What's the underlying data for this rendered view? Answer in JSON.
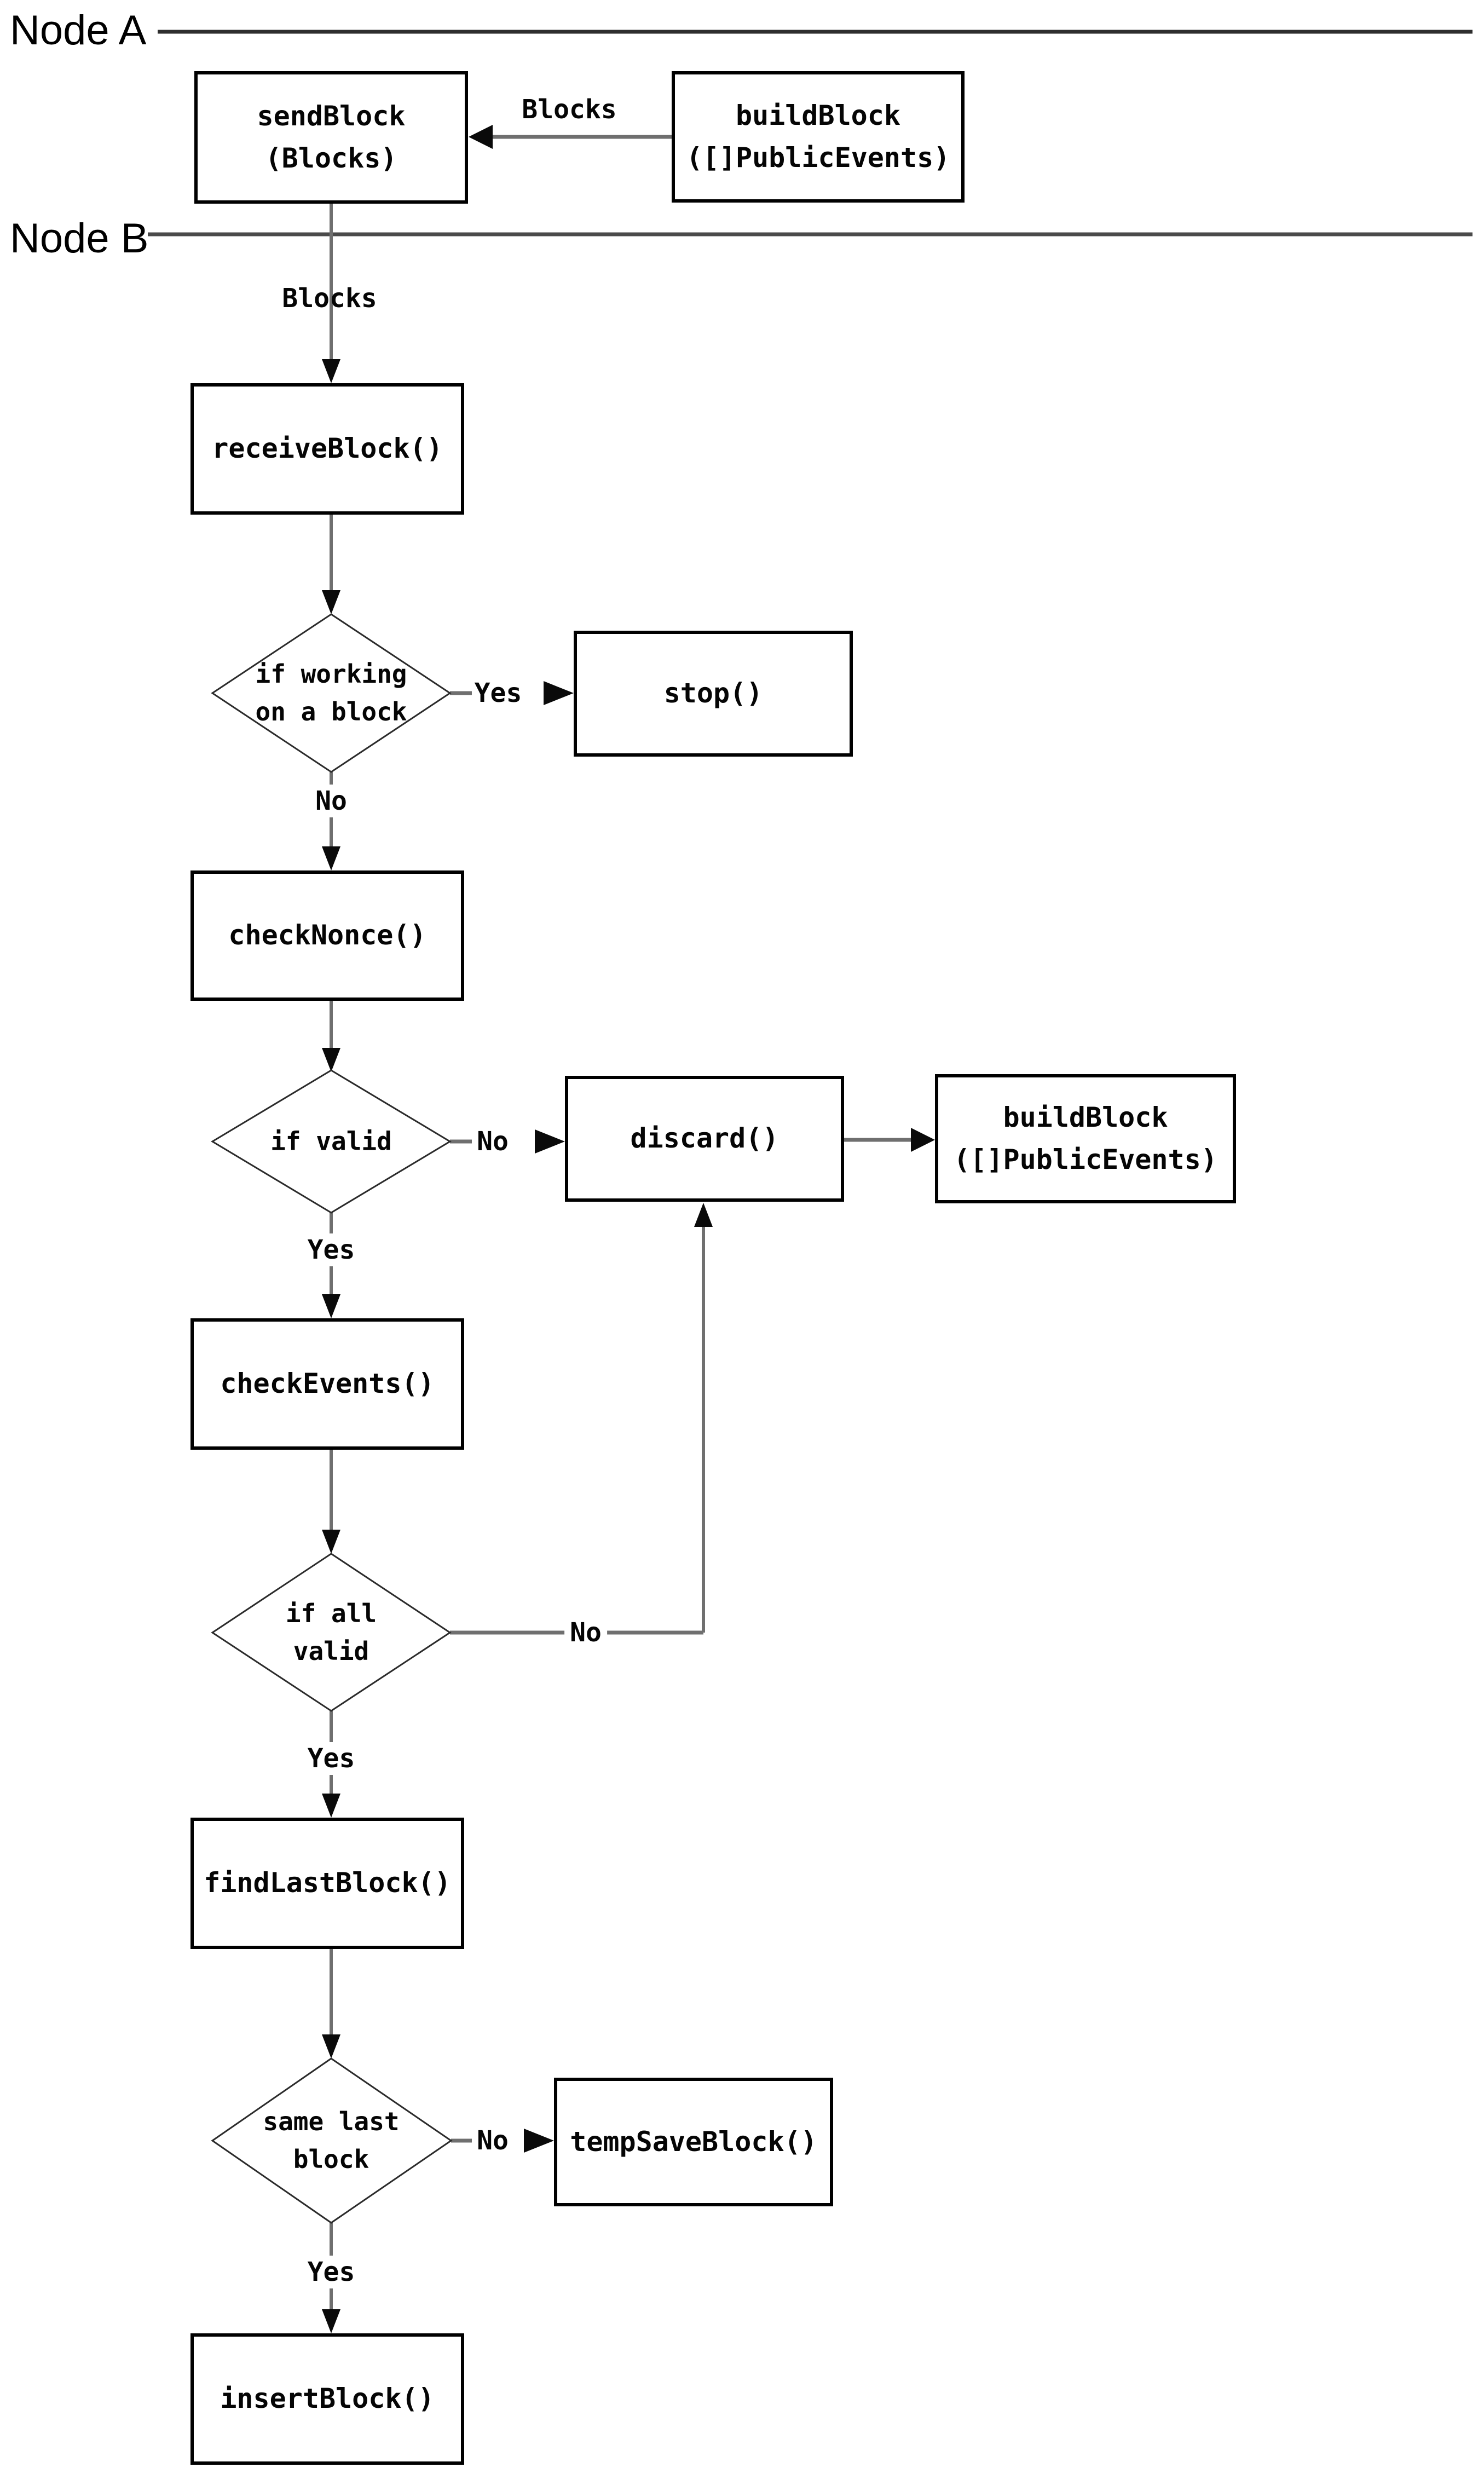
{
  "lanes": {
    "node_a": "Node A",
    "node_b": "Node B"
  },
  "nodes": {
    "send_block": "sendBlock\n(Blocks)",
    "build_block_top": "buildBlock\n([]PublicEvents)",
    "receive_block": "receiveBlock()",
    "if_working": "if working\non a block",
    "stop": "stop()",
    "check_nonce": "checkNonce()",
    "if_valid": "if valid",
    "discard": "discard()",
    "build_block_right": "buildBlock\n([]PublicEvents)",
    "check_events": "checkEvents()",
    "if_all_valid": "if all\nvalid",
    "find_last_block": "findLastBlock()",
    "same_last_block": "same last\nblock",
    "temp_save_block": "tempSaveBlock()",
    "insert_block": "insertBlock()"
  },
  "edges": {
    "build_to_send": "Blocks",
    "send_to_receive": "Blocks",
    "working_yes": "Yes",
    "working_no": "No",
    "valid_no": "No",
    "valid_yes": "Yes",
    "all_valid_no": "No",
    "all_valid_yes": "Yes",
    "same_no": "No",
    "same_yes": "Yes"
  },
  "colors": {
    "background": "#ffffff",
    "box_border": "#000000",
    "connector_line": "#6f6f6f",
    "lane_line": "#333333",
    "arrowhead": "#0a0a0a",
    "text": "#050505"
  }
}
